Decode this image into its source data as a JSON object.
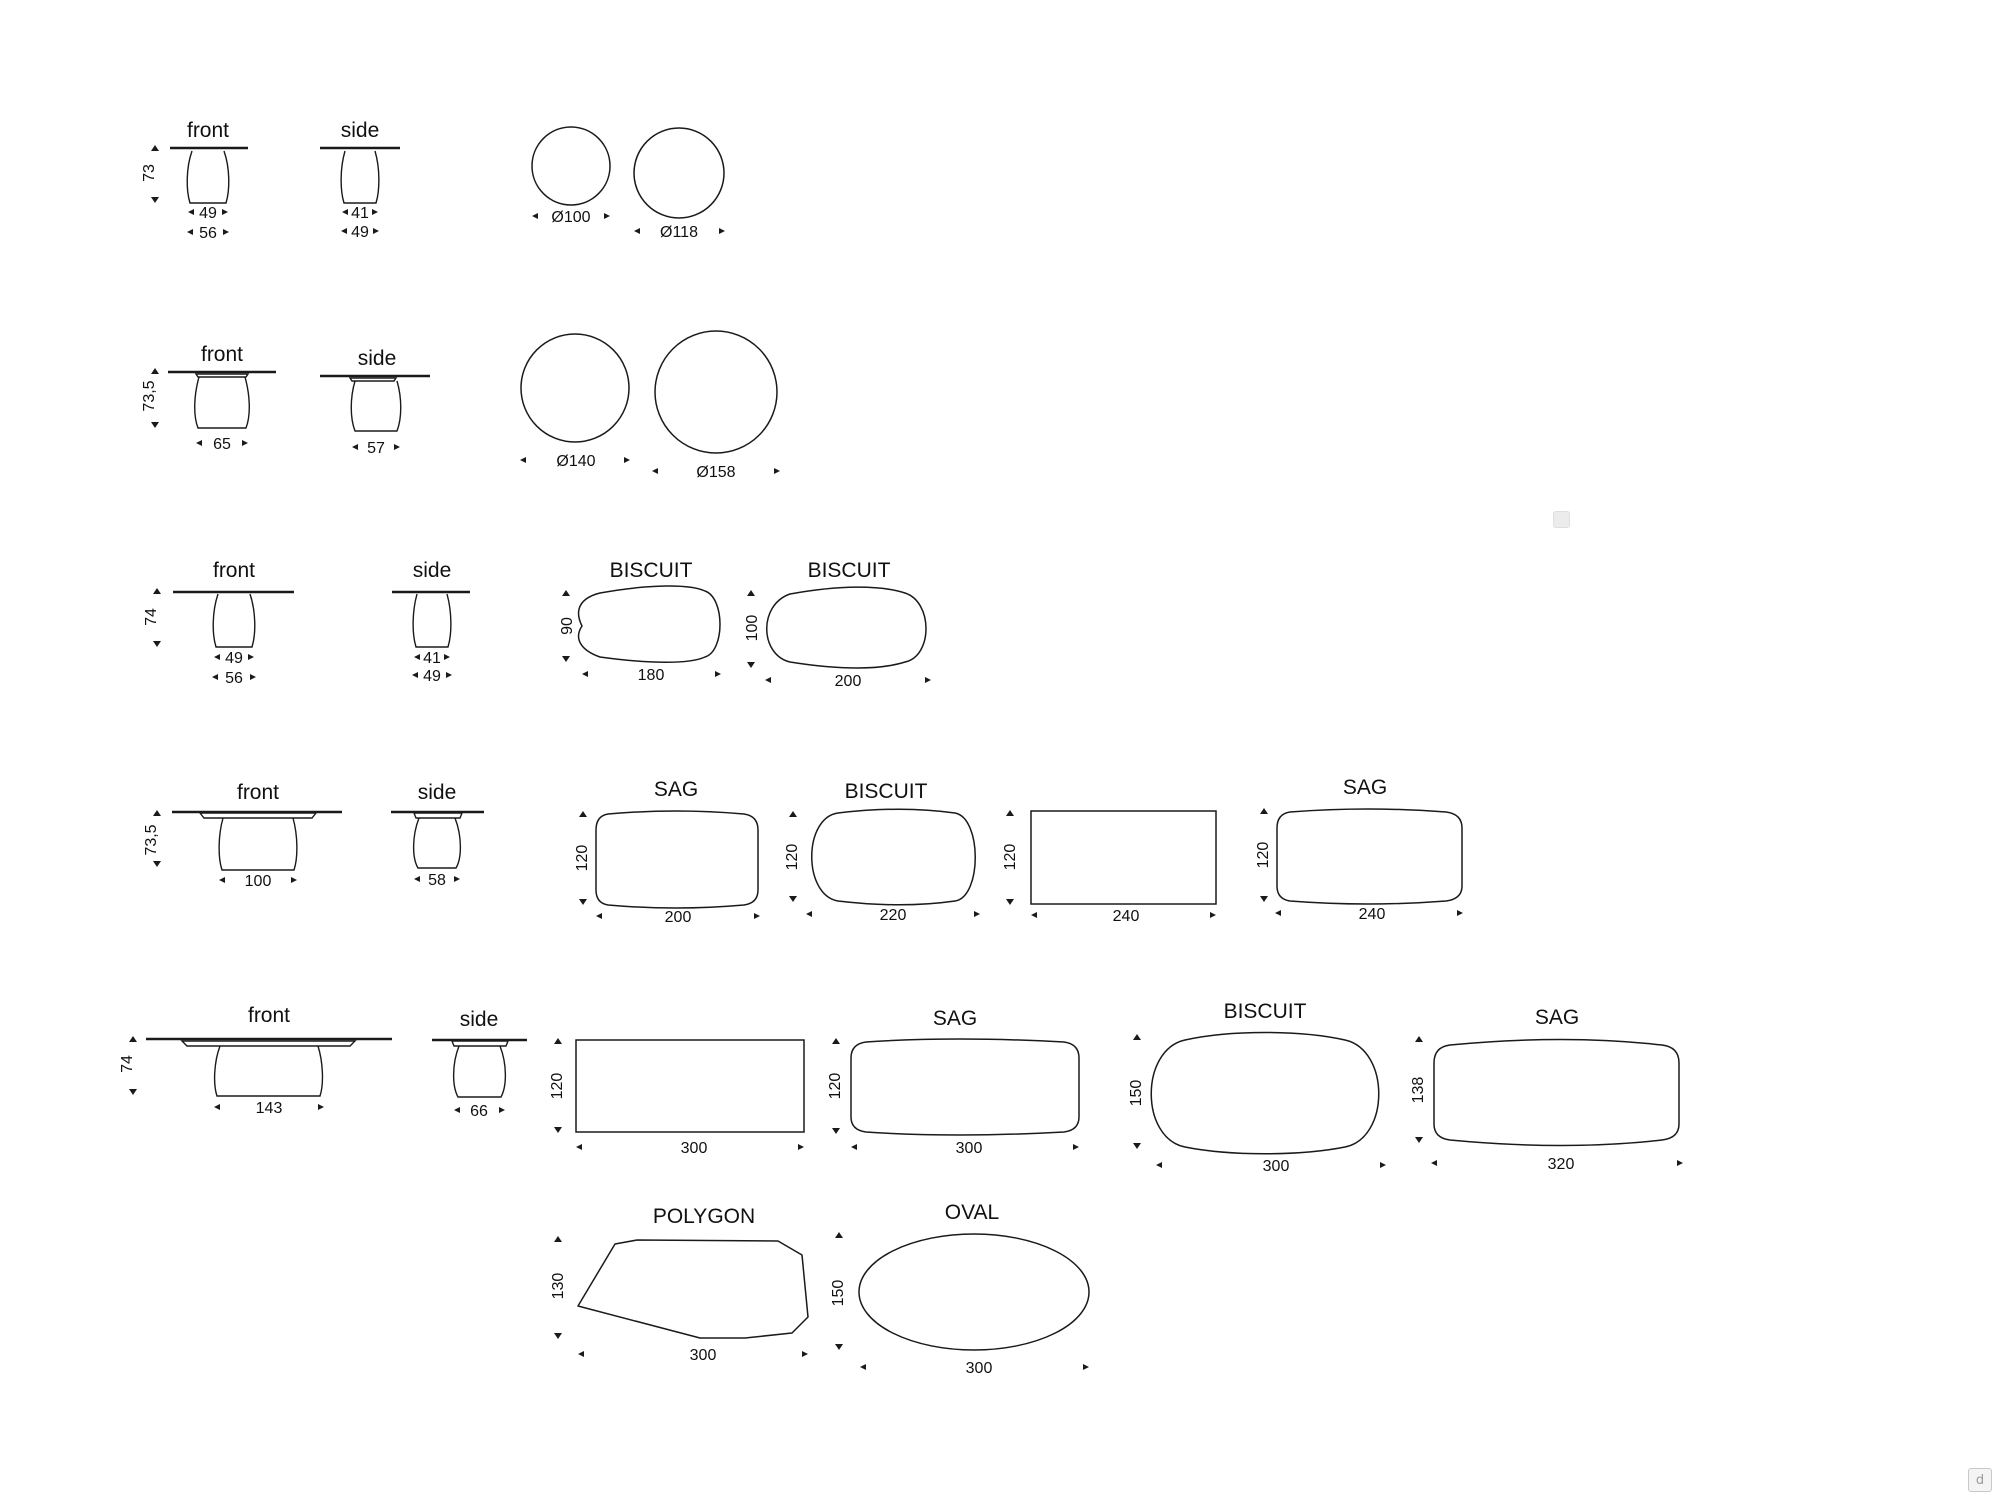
{
  "rows": [
    {
      "front": {
        "label": "front",
        "height": "73",
        "widths": [
          "49",
          "56"
        ]
      },
      "side": {
        "label": "side",
        "widths": [
          "41",
          "49"
        ]
      },
      "tops": [
        {
          "shape": "circle",
          "dim": "Ø100"
        },
        {
          "shape": "circle",
          "dim": "Ø118"
        }
      ]
    },
    {
      "front": {
        "label": "front",
        "height": "73,5",
        "widths": [
          "65"
        ]
      },
      "side": {
        "label": "side",
        "widths": [
          "57"
        ]
      },
      "tops": [
        {
          "shape": "circle",
          "dim": "Ø140"
        },
        {
          "shape": "circle",
          "dim": "Ø158"
        }
      ]
    },
    {
      "front": {
        "label": "front",
        "height": "74",
        "widths": [
          "49",
          "56"
        ]
      },
      "side": {
        "label": "side",
        "widths": [
          "41",
          "49"
        ]
      },
      "tops": [
        {
          "shape": "biscuit",
          "label": "BISCUIT",
          "depth": "90",
          "length": "180"
        },
        {
          "shape": "biscuit",
          "label": "BISCUIT",
          "depth": "100",
          "length": "200"
        }
      ]
    },
    {
      "front": {
        "label": "front",
        "height": "73,5",
        "widths": [
          "100"
        ]
      },
      "side": {
        "label": "side",
        "widths": [
          "58"
        ]
      },
      "tops": [
        {
          "shape": "sag",
          "label": "SAG",
          "depth": "120",
          "length": "200"
        },
        {
          "shape": "biscuit",
          "label": "BISCUIT",
          "depth": "120",
          "length": "220"
        },
        {
          "shape": "rect",
          "label": "",
          "depth": "120",
          "length": "240"
        },
        {
          "shape": "sag",
          "label": "SAG",
          "depth": "120",
          "length": "240"
        }
      ]
    },
    {
      "front": {
        "label": "front",
        "height": "74",
        "widths": [
          "143"
        ]
      },
      "side": {
        "label": "side",
        "widths": [
          "66"
        ]
      },
      "tops": [
        {
          "shape": "rect",
          "label": "",
          "depth": "120",
          "length": "300"
        },
        {
          "shape": "sag",
          "label": "SAG",
          "depth": "120",
          "length": "300"
        },
        {
          "shape": "biscuit",
          "label": "BISCUIT",
          "depth": "150",
          "length": "300"
        },
        {
          "shape": "sag",
          "label": "SAG",
          "depth": "138",
          "length": "320"
        }
      ]
    },
    {
      "tops": [
        {
          "shape": "polygon",
          "label": "POLYGON",
          "depth": "130",
          "length": "300"
        },
        {
          "shape": "oval",
          "label": "OVAL",
          "depth": "150",
          "length": "300"
        }
      ]
    }
  ],
  "badge": "d"
}
